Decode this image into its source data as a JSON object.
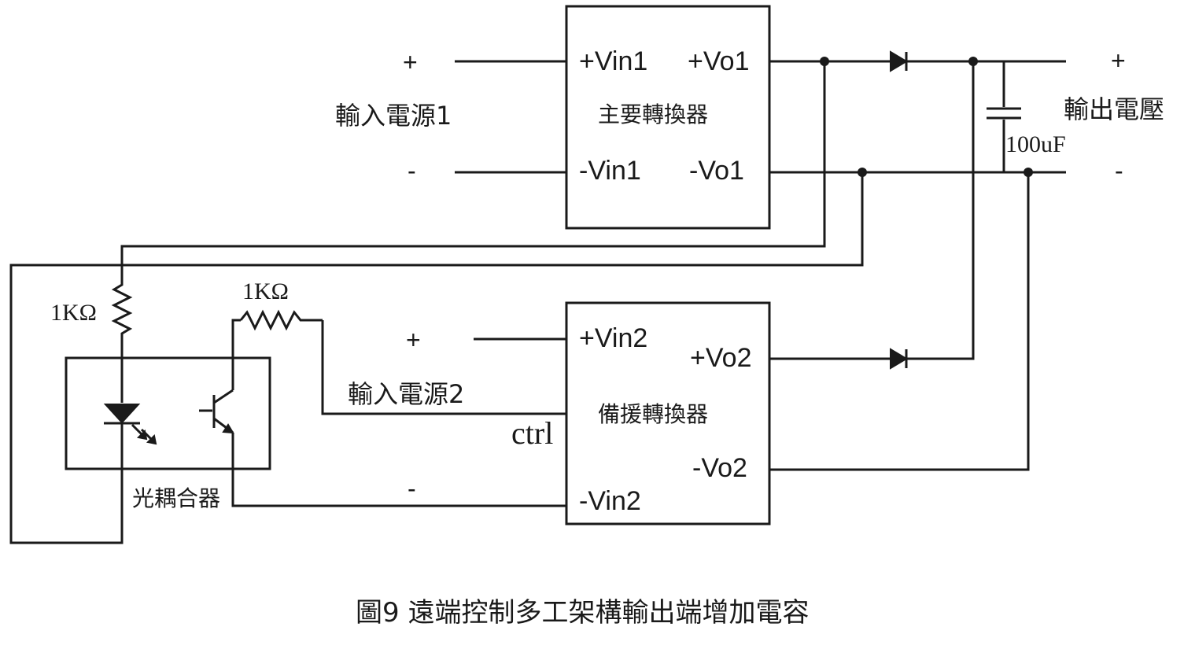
{
  "main_converter": {
    "title": "主要轉換器",
    "pin_vin_pos": "+Vin1",
    "pin_vin_neg": "-Vin1",
    "pin_vo_pos": "+Vo1",
    "pin_vo_neg": "-Vo1"
  },
  "backup_converter": {
    "title": "備援轉換器",
    "pin_vin_pos": "+Vin2",
    "pin_vin_neg": "-Vin2",
    "pin_vo_pos": "+Vo2",
    "pin_vo_neg": "-Vo2",
    "pin_ctrl": "ctrl"
  },
  "input1": {
    "label": "輸入電源1",
    "plus": "+",
    "minus": "-"
  },
  "input2": {
    "label": "輸入電源2",
    "plus": "+",
    "minus": "-"
  },
  "output": {
    "label": "輸出電壓",
    "plus": "+",
    "minus": "-"
  },
  "capacitor": {
    "value": "100uF"
  },
  "resistor_led": {
    "value": "1KΩ"
  },
  "resistor_transistor": {
    "value": "1KΩ"
  },
  "optocoupler": {
    "label": "光耦合器"
  },
  "caption": "圖9 遠端控制多工架構輸出端增加電容"
}
